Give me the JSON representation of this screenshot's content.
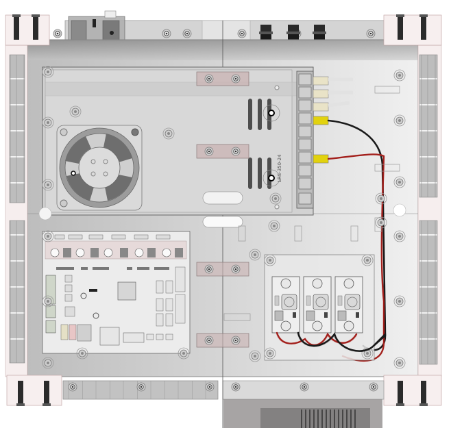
{
  "diagram": {
    "type": "cad-render-top-view",
    "subject": "Electronics enclosure layout",
    "colors": {
      "background": "#ffffff",
      "base_plate": "#dcdcdc",
      "frame_rail": "#c8c8c8",
      "red_wire": "#a3201c",
      "black_wire": "#1a1a1a",
      "wire_ferrule": "#e2d20e",
      "bracket_tint": "#c9b3b3"
    },
    "components": {
      "power_supply": {
        "label": "LRS-350-24",
        "terminal_count": 9
      },
      "cooling_fan": {
        "name": "fan"
      },
      "controller_board": {
        "name": "mainboard"
      },
      "buck_converters": {
        "count": 3
      },
      "front_connectors": {
        "count": 3
      },
      "rear_inlet": {
        "name": "power-inlet-switch"
      }
    }
  }
}
